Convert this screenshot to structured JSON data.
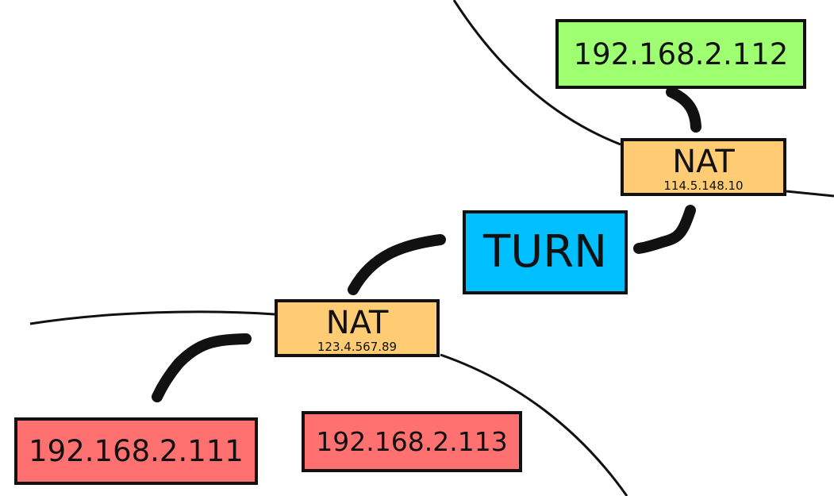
{
  "colors": {
    "green": "#9eff70",
    "orange": "#ffcb73",
    "blue": "#00bfff",
    "red": "#ff7070",
    "stroke": "#111111"
  },
  "nodes": {
    "client_top": {
      "label": "192.168.2.112"
    },
    "nat_top": {
      "title": "NAT",
      "ip": "114.5.148.10"
    },
    "turn": {
      "label": "TURN"
    },
    "nat_bottom": {
      "title": "NAT",
      "ip": "123.4.567.89"
    },
    "client_left": {
      "label": "192.168.2.111"
    },
    "client_mid": {
      "label": "192.168.2.113"
    }
  }
}
